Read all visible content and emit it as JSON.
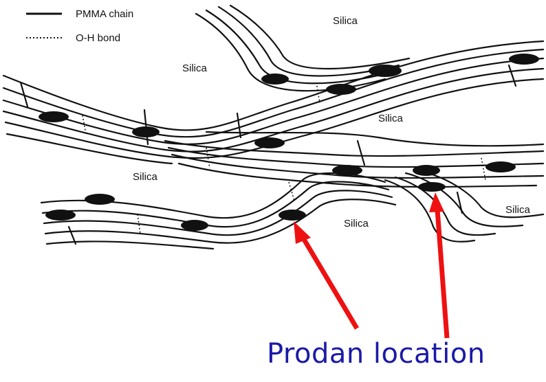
{
  "legend": {
    "items": [
      {
        "label": "PMMA chain",
        "style": "solid-line"
      },
      {
        "label": "O-H bond",
        "style": "dotted-line"
      }
    ]
  },
  "regions": {
    "silica_labels": [
      "Silica",
      "Silica",
      "Silica",
      "Silica",
      "Silica",
      "Silica"
    ]
  },
  "caption": "Prodan location",
  "colors": {
    "arrow": "#ee1111",
    "caption": "#1a1aa8",
    "line": "#111111"
  }
}
